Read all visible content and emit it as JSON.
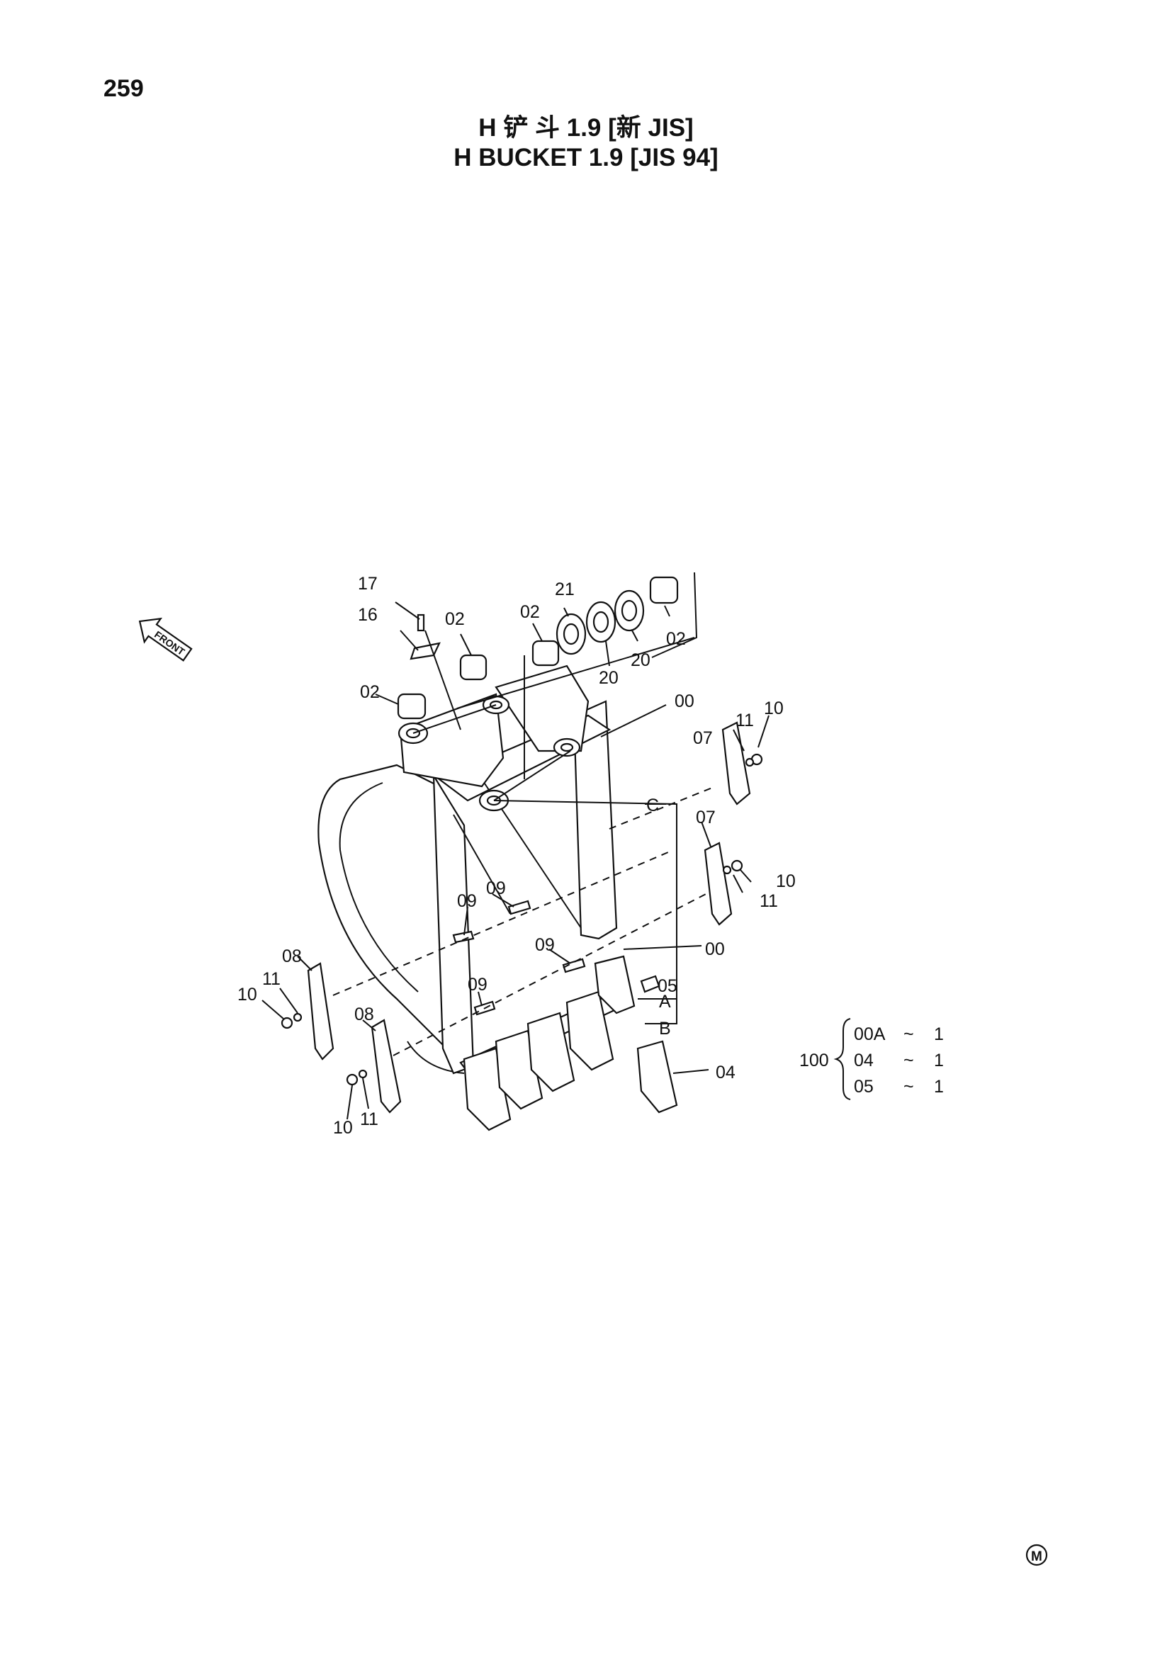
{
  "page_number": "259",
  "title_cn": "H 铲 斗 1.9 [新 JIS]",
  "title_en": "H  BUCKET  1.9  [JIS 94]",
  "front_label": "FRONT",
  "callouts": {
    "c17": "17",
    "c16": "16",
    "c02_a": "02",
    "c02_b": "02",
    "c02_c": "02",
    "c02_d": "02",
    "c21": "21",
    "c20_a": "20",
    "c20_b": "20",
    "c00_a": "00",
    "c00_b": "00",
    "c11_a": "11",
    "c10_a": "10",
    "c07_a": "07",
    "c07_b": "07",
    "c10_b": "10",
    "c11_b": "11",
    "c09_a": "09",
    "c09_b": "09",
    "c09_c": "09",
    "c09_d": "09",
    "c05": "05",
    "cA": "A",
    "cB": "B",
    "cC": "C",
    "c04": "04",
    "c08_a": "08",
    "c11_c": "11",
    "c10_c": "10",
    "c08_b": "08",
    "c10_d": "10",
    "c11_d": "11"
  },
  "kit": {
    "number": "100",
    "rows": [
      {
        "code": "00A",
        "sep": "~",
        "qty": "1"
      },
      {
        "code": "04",
        "sep": "~",
        "qty": "1"
      },
      {
        "code": "05",
        "sep": "~",
        "qty": "1"
      }
    ]
  },
  "mark": "M"
}
